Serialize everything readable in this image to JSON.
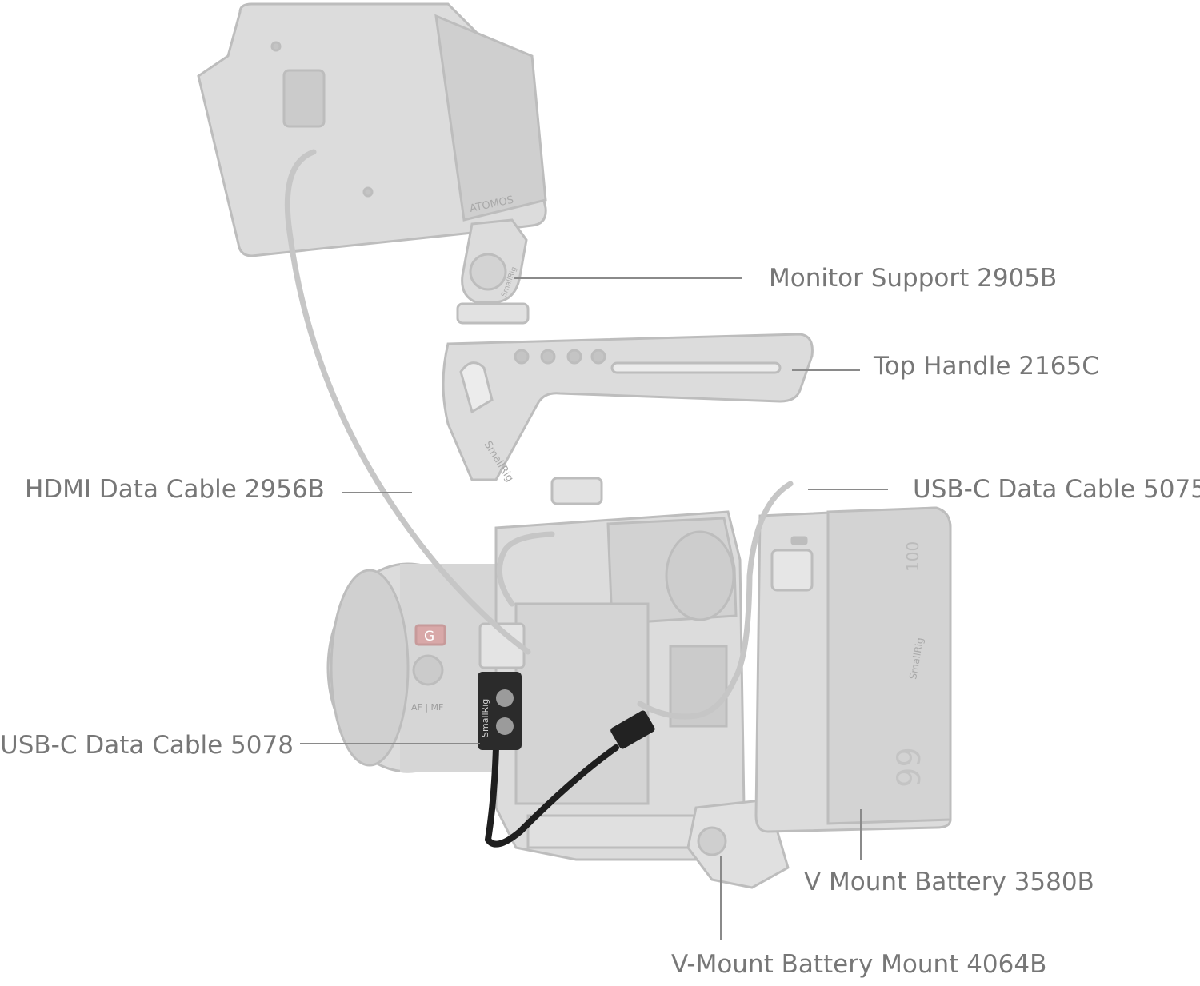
{
  "colors": {
    "label": "#777777",
    "leader": "#8a8a8a",
    "ghost_fill": "#dcdcdc",
    "ghost_stroke": "#bdbdbd",
    "highlight_part": "#2b2b2b",
    "cable_dark": "#1e1e1e"
  },
  "callouts": [
    {
      "id": "monitor-support",
      "label": "Monitor Support 2905B"
    },
    {
      "id": "top-handle",
      "label": "Top Handle 2165C"
    },
    {
      "id": "hdmi-cable",
      "label": "HDMI Data Cable 2956B"
    },
    {
      "id": "usbc-5075",
      "label": "USB-C Data Cable 5075"
    },
    {
      "id": "usbc-5078",
      "label": "USB-C Data Cable 5078"
    },
    {
      "id": "vmount-battery",
      "label": "V Mount Battery 3580B"
    },
    {
      "id": "vmount-mount",
      "label": "V-Mount Battery Mount 4064B"
    }
  ],
  "product_markings": {
    "monitor_brand": "ATOMOS",
    "clamp_brand": "SmallRig",
    "handle_brand": "SmallRig",
    "battery_brand": "SmallRig",
    "battery_capacity": "99",
    "battery_top_mark": "100",
    "lens_badge": "G",
    "lens_switch": "AF | MF"
  }
}
